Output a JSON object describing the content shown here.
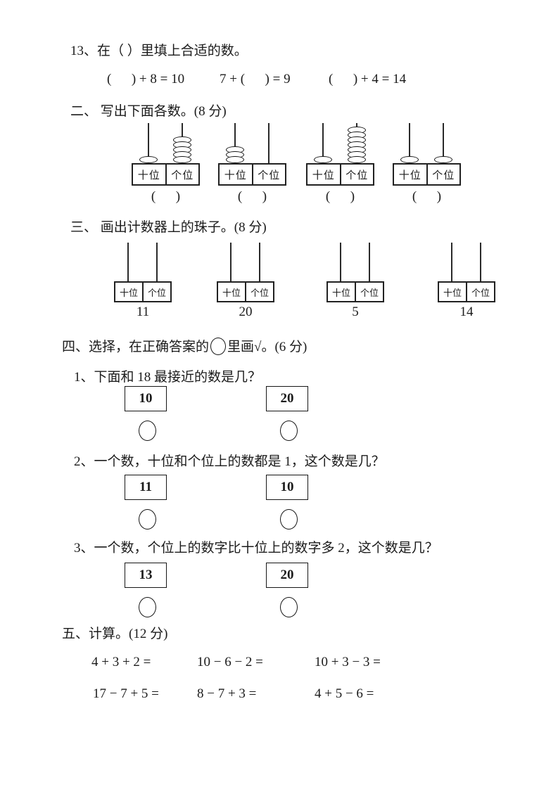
{
  "q13": {
    "title": "13、在（  ）里填上合适的数。",
    "equations": [
      "(      ) + 8 = 10",
      "7 + (      ) = 9",
      "(      ) + 4 = 14"
    ]
  },
  "section2": {
    "title": "二、 写出下面各数。(8 分)",
    "place_labels": {
      "tens": "十位",
      "ones": "个位"
    },
    "abacuses": [
      {
        "tens_beads": 1,
        "ones_beads": 5
      },
      {
        "tens_beads": 3,
        "ones_beads": 0
      },
      {
        "tens_beads": 1,
        "ones_beads": 7
      },
      {
        "tens_beads": 1,
        "ones_beads": 1
      }
    ],
    "answer_blank": "(      )"
  },
  "section3": {
    "title": "三、 画出计数器上的珠子。(8 分)",
    "counters": [
      {
        "number": "11"
      },
      {
        "number": "20"
      },
      {
        "number": "5"
      },
      {
        "number": "14"
      }
    ]
  },
  "section4": {
    "title_prefix": "四、选择，在正确答案的",
    "title_suffix": "里画√。(6 分)",
    "questions": [
      {
        "text": "1、下面和 18 最接近的数是几？",
        "options": [
          "10",
          "20"
        ]
      },
      {
        "text": "2、一个数，十位和个位上的数都是 1，这个数是几？",
        "options": [
          "11",
          "10"
        ]
      },
      {
        "text": "3、一个数，个位上的数字比十位上的数字多 2，这个数是几？",
        "options": [
          "13",
          "20"
        ]
      }
    ]
  },
  "section5": {
    "title": "五、计算。(12 分)",
    "rows": [
      [
        "4 + 3 + 2 =",
        "10 − 6 − 2 =",
        "10 + 3 − 3 ="
      ],
      [
        "17 − 7 + 5 =",
        "8 − 7 + 3 =",
        "4 + 5 − 6 ="
      ]
    ]
  }
}
